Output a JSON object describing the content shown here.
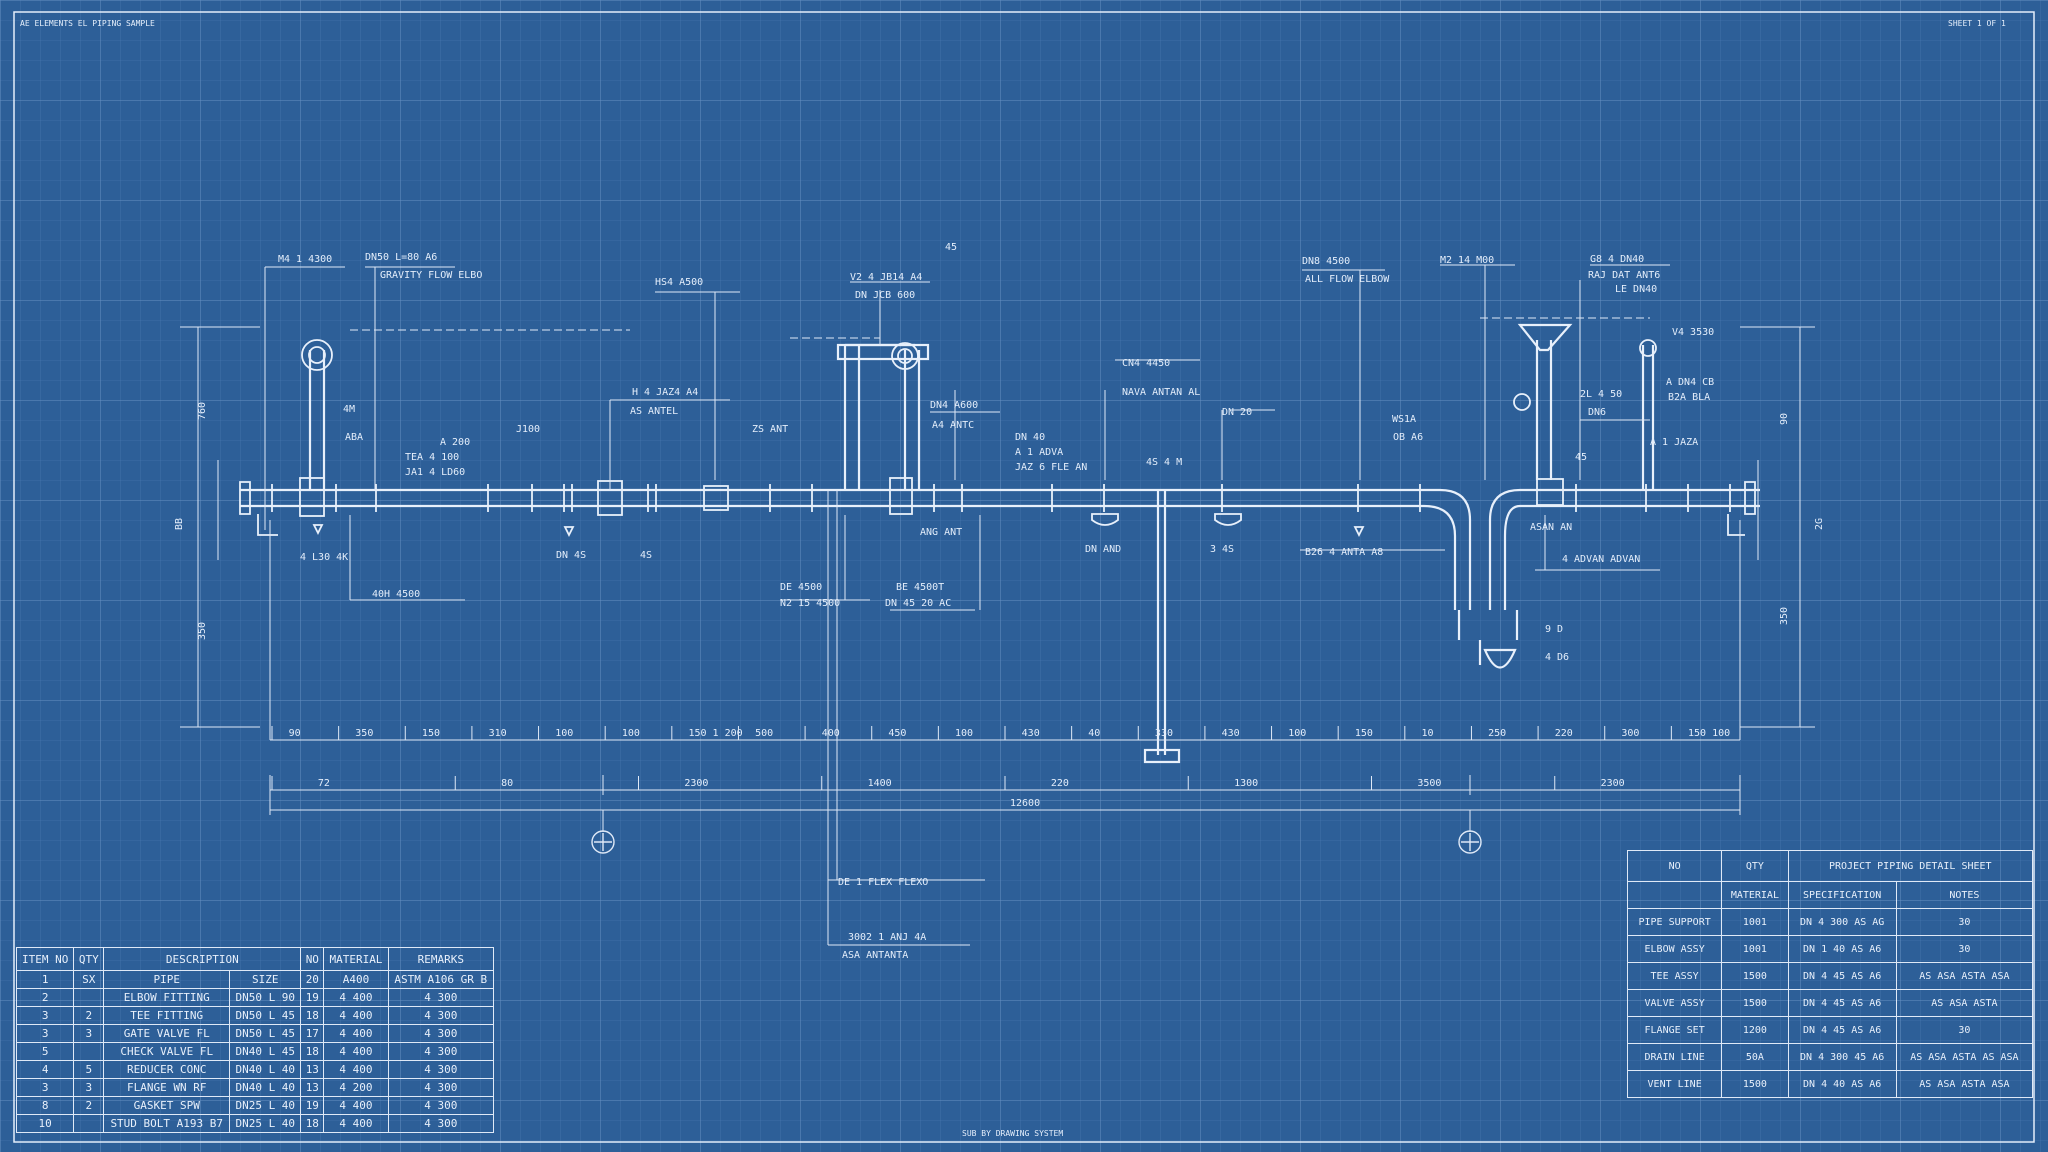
{
  "colors": {
    "background": "#2d5f98",
    "lines": "#e4eefb",
    "grid": "#5a86bb"
  },
  "header": {
    "left": "AE ELEMENTS EL PIPING SAMPLE",
    "right": "SHEET 1 OF 1"
  },
  "footer": {
    "center": "SUB BY DRAWING SYSTEM"
  },
  "labels": {
    "top_a": "M4 1 4300",
    "top_b": "DN50 L=80 A6",
    "top_b2": "GRAVITY FLOW ELBO",
    "top_c": "HS4 A500",
    "top_d": "V2 4 JB14 A4",
    "top_d2": "DN JCB 600",
    "top_d3": "45",
    "top_e": "DN8 4500",
    "top_e2": "ALL FLOW ELBOW",
    "top_f": "M2 14 M00",
    "top_g": "G8 4 DN40",
    "top_g2": "RAJ DAT ANT6",
    "top_g3": "LE DN40",
    "top_h": "V4 3530",
    "mid_a": "4M",
    "mid_a2": "ABA",
    "mid_b": "A 200",
    "mid_b2": "TEA 4 100",
    "mid_b3": "JA1 4 LD60",
    "mid_c": "J100",
    "mid_d": "H 4 JAZ4 A4",
    "mid_e": "AS ANTEL",
    "mid_f": "ZS ANT",
    "mid_g": "DN4 A600",
    "mid_g2": "A4 ANTC",
    "mid_h": "DN 40",
    "mid_i": "A 1 ADVA",
    "mid_j": "CN4 4450",
    "mid_j2": "NAVA ANTAN AL",
    "mid_k": "DN 20",
    "mid_l": "WS1A",
    "mid_m": "OB A6",
    "mid_n": "2L 4 50",
    "mid_o": "DN6",
    "mid_p": "45",
    "mid_q": "A DN4 CB",
    "mid_r": "B2A BLA",
    "mid_s": "A 1 JAZA",
    "mid_t": "JAZ 6 FLE AN",
    "mid_u": "4S 4 M",
    "low_a": "4 L30 4K",
    "low_b": "40H 4500",
    "low_c": "DN 4S",
    "low_d": "4S",
    "low_e": "DE 4500",
    "low_f": "N2 15 4500",
    "low_g": "BE 4500T",
    "low_g2": "DN 45 20 AC",
    "low_h": "B26 4 ANTA A8",
    "low_i": "DN AND",
    "low_j": "3 4S",
    "low_k": "4 ADVAN ADVAN",
    "low_l": "9 D",
    "low_m": "4 D6",
    "low_n": "ANG ANT",
    "low_o": "ASAN AN",
    "bot_a": "DE 1 FLEX FLEXO",
    "bot_b": "3002 1 ANJ 4A",
    "bot_b2": "ASA ANTANTA",
    "vdim_a": "760",
    "vdim_b": "BB",
    "vdim_c": "350",
    "vdim_d": "90",
    "vdim_e": "350",
    "vdim_f": "2G"
  },
  "dims_row1": [
    "90",
    "350",
    "150",
    "310",
    "100",
    "100",
    "150 1 200",
    "500",
    "400",
    "450",
    "100",
    "430",
    "40",
    "330",
    "430",
    "100",
    "150",
    "10",
    "250",
    "220",
    "300",
    "150 100"
  ],
  "dims_row2": [
    "72",
    "80",
    "2300",
    "1400",
    "220",
    "1300",
    "3500",
    "2300"
  ],
  "dims_total": "12600",
  "bom": {
    "headers": [
      "ITEM NO",
      "QTY",
      "DESCRIPTION",
      "",
      "NO",
      "MATERIAL",
      "REMARKS"
    ],
    "subheaders": [
      "1",
      "SX",
      "PIPE",
      "SIZE",
      "20",
      "A400",
      "ASTM A106 GR B"
    ],
    "rows": [
      [
        "2",
        "",
        "ELBOW FITTING",
        "DN50 L 90",
        "19",
        "4 400",
        "4 300"
      ],
      [
        "3",
        "2",
        "TEE FITTING",
        "DN50 L 45",
        "18",
        "4 400",
        "4 300"
      ],
      [
        "3",
        "3",
        "GATE VALVE FL",
        "DN50 L 45",
        "17",
        "4 400",
        "4 300"
      ],
      [
        "5",
        "",
        "CHECK VALVE FL",
        "DN40 L 45",
        "18",
        "4 400",
        "4 300"
      ],
      [
        "4",
        "5",
        "REDUCER CONC",
        "DN40 L 40",
        "13",
        "4 400",
        "4 300"
      ],
      [
        "3",
        "3",
        "FLANGE WN RF",
        "DN40 L 40",
        "13",
        "4 200",
        "4 300"
      ],
      [
        "8",
        "2",
        "GASKET SPW",
        "DN25 L 40",
        "19",
        "4 400",
        "4 300"
      ],
      [
        "10",
        "",
        "STUD BOLT A193 B7",
        "DN25 L 40",
        "18",
        "4 400",
        "4 300"
      ]
    ]
  },
  "titleblock": {
    "headers": [
      "NO",
      "QTY",
      "PROJECT PIPING DETAIL SHEET"
    ],
    "subheaders": [
      "",
      "MATERIAL",
      "SPECIFICATION",
      "NOTES"
    ],
    "rows": [
      [
        "PIPE SUPPORT",
        "1001",
        "DN 4 300 AS AG",
        "30"
      ],
      [
        "ELBOW ASSY",
        "1001",
        "DN 1 40 AS A6",
        "30"
      ],
      [
        "TEE ASSY",
        "1500",
        "DN 4 45 AS A6",
        "AS ASA ASTA ASA"
      ],
      [
        "VALVE ASSY",
        "1500",
        "DN 4 45 AS A6",
        "AS ASA ASTA"
      ],
      [
        "FLANGE SET",
        "1200",
        "DN 4 45 AS A6",
        "30"
      ],
      [
        "DRAIN LINE",
        "50A",
        "DN 4 300 45 A6",
        "AS ASA ASTA AS ASA"
      ],
      [
        "VENT LINE",
        "1500",
        "DN 4 40 AS A6",
        "AS ASA ASTA ASA"
      ]
    ]
  }
}
